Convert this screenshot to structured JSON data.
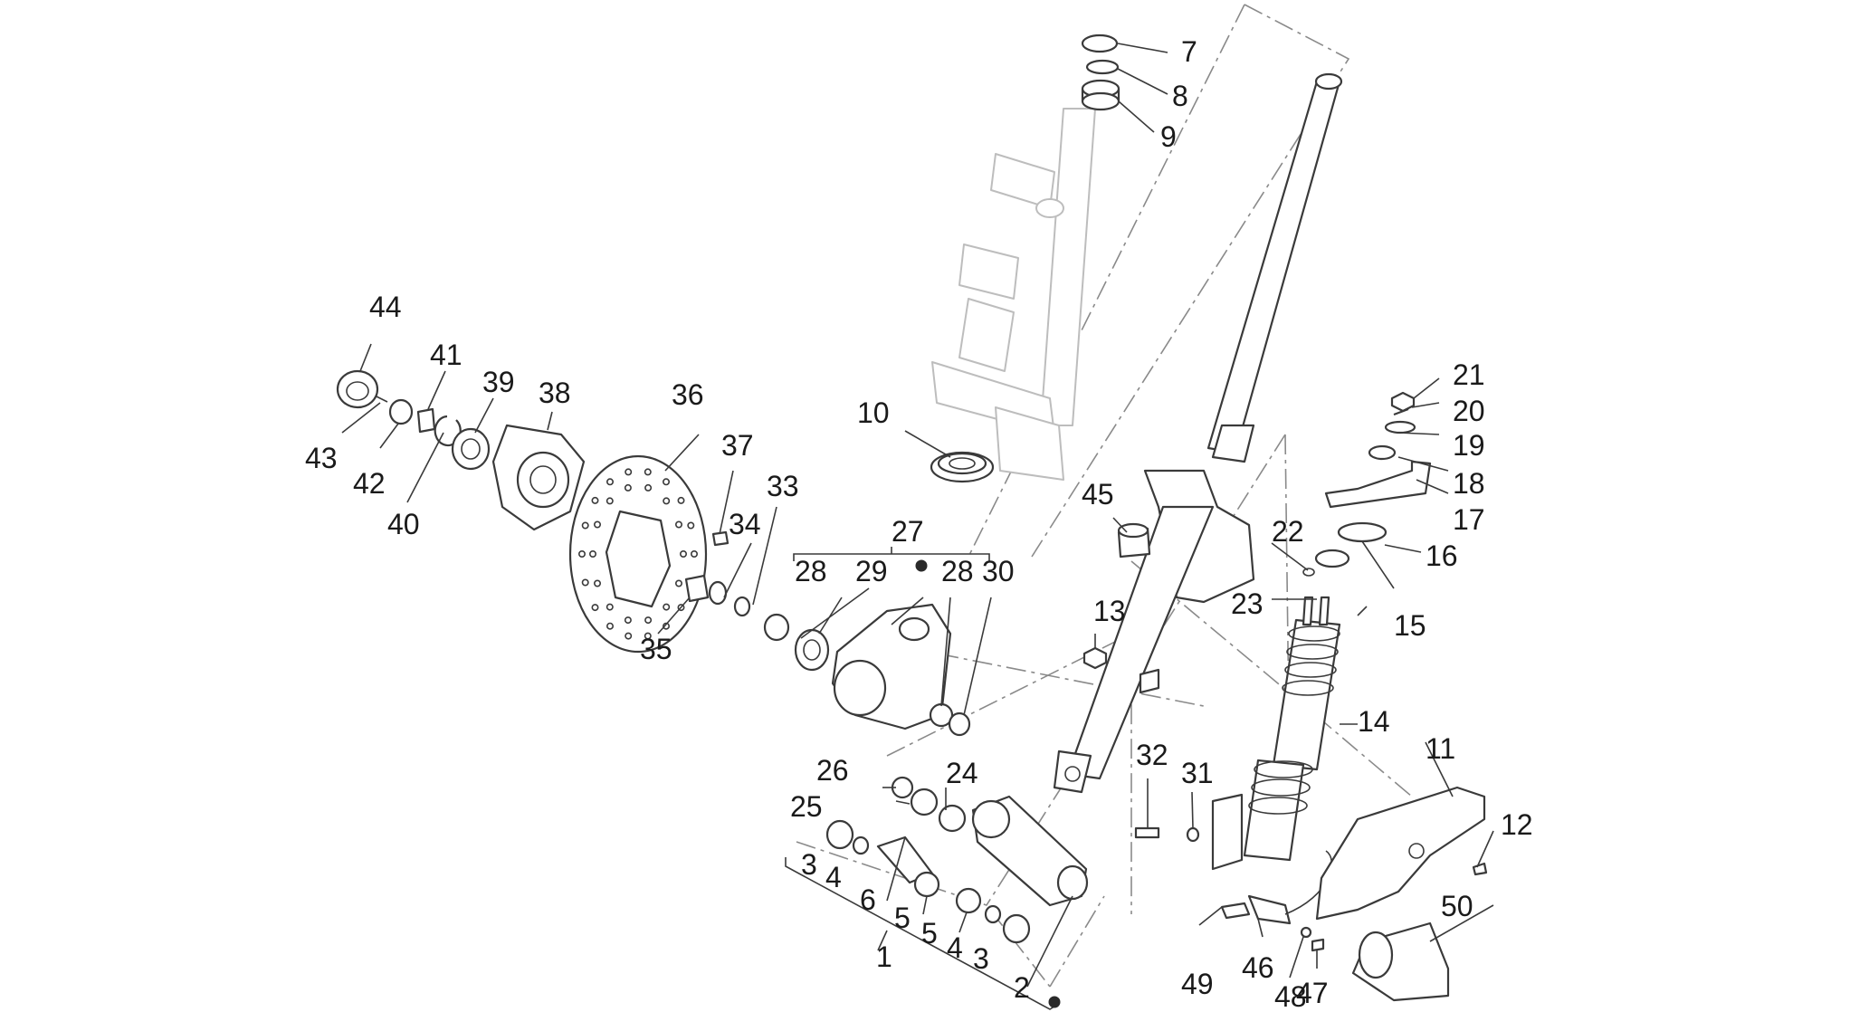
{
  "diagram": {
    "labels": {
      "1": "1",
      "2": "2",
      "3a": "3",
      "3b": "3",
      "4a": "4",
      "4b": "4",
      "5a": "5",
      "5b": "5",
      "6": "6",
      "7": "7",
      "8": "8",
      "9": "9",
      "10": "10",
      "11": "11",
      "12": "12",
      "13": "13",
      "14": "14",
      "15": "15",
      "16": "16",
      "17": "17",
      "18": "18",
      "19": "19",
      "20": "20",
      "21": "21",
      "22": "22",
      "23": "23",
      "24": "24",
      "25": "25",
      "26": "26",
      "27": "27",
      "28a": "28",
      "28b": "28",
      "29": "29",
      "30": "30",
      "31": "31",
      "32": "32",
      "33": "33",
      "34": "34",
      "35": "35",
      "36": "36",
      "37": "37",
      "38": "38",
      "39": "39",
      "40": "40",
      "41": "41",
      "42": "42",
      "43": "43",
      "44": "44",
      "45": "45",
      "46": "46",
      "47": "47",
      "48": "48",
      "49": "49",
      "50": "50"
    },
    "colors": {
      "line": "#3a3a3a",
      "ghost": "#bdbdbd",
      "dash": "#8a8a8a",
      "text": "#1a1a1a"
    }
  }
}
